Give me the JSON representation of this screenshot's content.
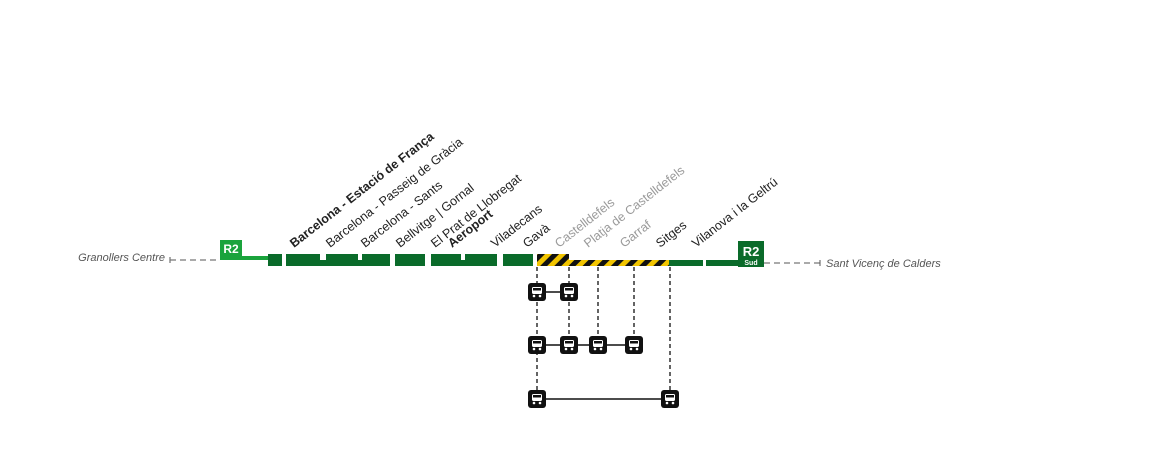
{
  "line": {
    "code": "R2",
    "south_code": "R2",
    "south_suffix": "Sud",
    "terminus_west": "Granollers Centre",
    "terminus_east": "Sant Vicenç de Calders"
  },
  "stations": [
    {
      "id": "bcn-franca",
      "name": "Barcelona - Estació de França",
      "bold": true,
      "affected": false
    },
    {
      "id": "bcn-passeig-gracia",
      "name": "Barcelona - Passeig de Gràcia",
      "bold": false,
      "affected": false
    },
    {
      "id": "bcn-sants",
      "name": "Barcelona - Sants",
      "bold": false,
      "affected": false
    },
    {
      "id": "bellvitge",
      "name": "Bellvitge | Gornal",
      "bold": false,
      "affected": false
    },
    {
      "id": "el-prat",
      "name": "El Prat de Llobregat",
      "bold": false,
      "affected": false
    },
    {
      "id": "aeroport",
      "name": "Aeroport",
      "bold": true,
      "affected": false
    },
    {
      "id": "viladecans",
      "name": "Viladecans",
      "bold": false,
      "affected": false
    },
    {
      "id": "gava",
      "name": "Gavà",
      "bold": false,
      "affected": false
    },
    {
      "id": "castelldefels",
      "name": "Castelldefels",
      "bold": false,
      "affected": true
    },
    {
      "id": "platja-castelldefels",
      "name": "Platja de Castelldefels",
      "bold": false,
      "affected": true
    },
    {
      "id": "garraf",
      "name": "Garraf",
      "bold": false,
      "affected": true
    },
    {
      "id": "sitges",
      "name": "Sitges",
      "bold": false,
      "affected": false
    },
    {
      "id": "vilanova",
      "name": "Vilanova i la Geltrú",
      "bold": false,
      "affected": false
    }
  ],
  "bus_services": [
    {
      "name": "bus-route-1",
      "stops": [
        "gava",
        "castelldefels"
      ]
    },
    {
      "name": "bus-route-2",
      "stops": [
        "gava",
        "castelldefels",
        "platja-castelldefels",
        "garraf"
      ]
    },
    {
      "name": "bus-route-3",
      "stops": [
        "gava",
        "sitges"
      ]
    }
  ],
  "icons": {
    "bus": "bus-icon"
  },
  "colors": {
    "line_dark": "#0a6b2a",
    "line_light": "#1aa33c",
    "hazard_yellow": "#f2c500",
    "hazard_black": "#111111",
    "text_normal": "#222222",
    "text_affected": "#9a9a9a",
    "terminus": "#555555",
    "bus_icon": "#111111"
  }
}
